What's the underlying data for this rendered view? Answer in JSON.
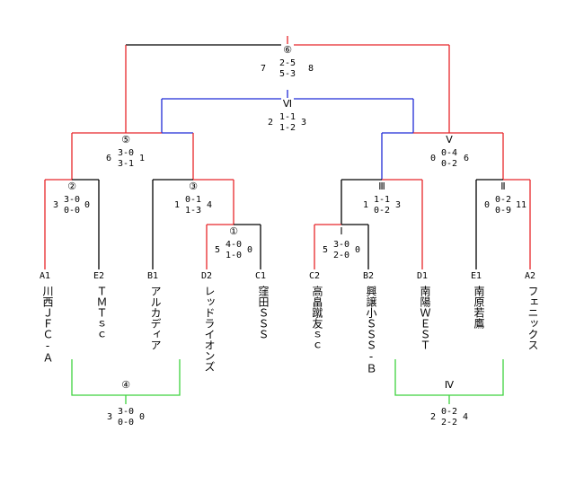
{
  "colors": {
    "win": "#e8262a",
    "normal": "#000000",
    "blue": "#1f2bd6",
    "green": "#3ed23e"
  },
  "teams": [
    {
      "code": "A1",
      "name": "川西ＪＦＣ-Ａ"
    },
    {
      "code": "E2",
      "name": "ＴＭＴｓｃ"
    },
    {
      "code": "B1",
      "name": "アルカディア"
    },
    {
      "code": "D2",
      "name": "レッドライオンズ"
    },
    {
      "code": "C1",
      "name": "窪田ＳＳＳ"
    },
    {
      "code": "C2",
      "name": "高畠蹴友ｓｃ"
    },
    {
      "code": "B2",
      "name": "興譲小ＳＳＳ-Ｂ"
    },
    {
      "code": "D1",
      "name": "南陽ＷＥＳＴ"
    },
    {
      "code": "E1",
      "name": "南原若鷹"
    },
    {
      "code": "A2",
      "name": "フェニックス"
    }
  ],
  "matches": [
    {
      "id": "m1",
      "mark": "①",
      "left_total": "5",
      "right_total": "0",
      "half1": "4-0",
      "half2": "1-0"
    },
    {
      "id": "m2",
      "mark": "②",
      "left_total": "3",
      "right_total": "0",
      "half1": "3-0",
      "half2": "0-0"
    },
    {
      "id": "m3",
      "mark": "③",
      "left_total": "1",
      "right_total": "4",
      "half1": "0-1",
      "half2": "1-3"
    },
    {
      "id": "m4",
      "mark": "④",
      "left_total": "3",
      "right_total": "0",
      "half1": "3-0",
      "half2": "0-0"
    },
    {
      "id": "m5",
      "mark": "⑤",
      "left_total": "6",
      "right_total": "1",
      "half1": "3-0",
      "half2": "3-1"
    },
    {
      "id": "m6",
      "mark": "⑥",
      "left_total": "7",
      "right_total": "8",
      "half1": "2-5",
      "half2": "5-3"
    },
    {
      "id": "mI",
      "mark": "Ⅰ",
      "left_total": "5",
      "right_total": "0",
      "half1": "3-0",
      "half2": "2-0"
    },
    {
      "id": "mII",
      "mark": "Ⅱ",
      "left_total": "0",
      "right_total": "11",
      "half1": "0-2",
      "half2": "0-9"
    },
    {
      "id": "mIII",
      "mark": "Ⅲ",
      "left_total": "1",
      "right_total": "3",
      "half1": "1-1",
      "half2": "0-2"
    },
    {
      "id": "mIV",
      "mark": "Ⅳ",
      "left_total": "2",
      "right_total": "4",
      "half1": "0-2",
      "half2": "2-2"
    },
    {
      "id": "mV",
      "mark": "Ⅴ",
      "left_total": "0",
      "right_total": "6",
      "half1": "0-4",
      "half2": "0-2"
    },
    {
      "id": "mVI",
      "mark": "Ⅵ",
      "left_total": "2",
      "right_total": "3",
      "half1": "1-1",
      "half2": "1-2"
    }
  ]
}
